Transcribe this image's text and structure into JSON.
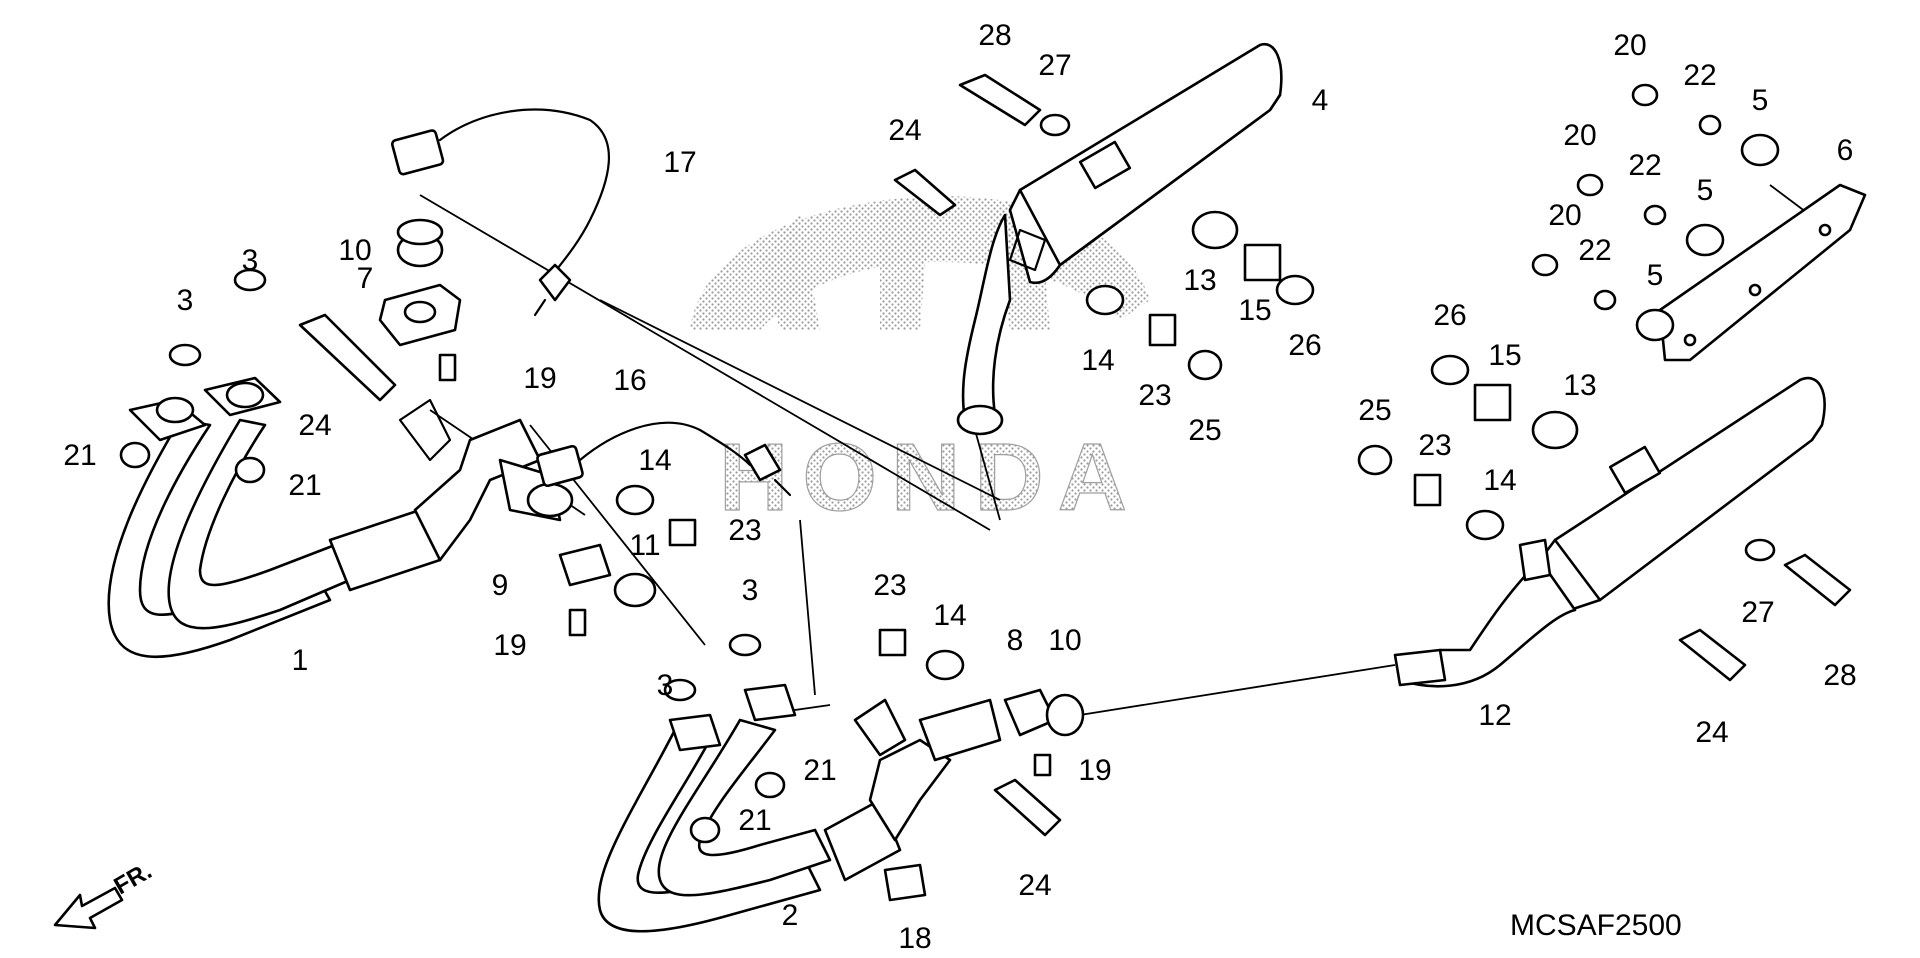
{
  "diagram": {
    "code": "MCSAF2500",
    "brand_watermark": "HONDA",
    "front_marker": "FR.",
    "callouts": [
      "1",
      "2",
      "3",
      "4",
      "5",
      "6",
      "7",
      "8",
      "9",
      "10",
      "11",
      "12",
      "13",
      "14",
      "15",
      "16",
      "17",
      "18",
      "19",
      "20",
      "21",
      "22",
      "23",
      "24",
      "25",
      "26",
      "27",
      "28"
    ]
  }
}
